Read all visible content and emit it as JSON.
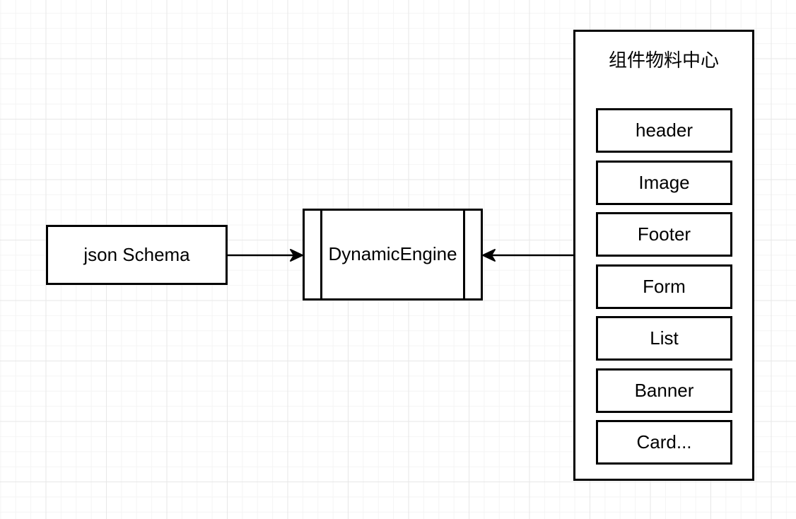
{
  "diagram": {
    "nodes": {
      "json_schema": {
        "label": "json Schema"
      },
      "dynamic_engine": {
        "label": "DynamicEngine"
      },
      "material_center": {
        "title": "组件物料中心",
        "items": [
          "header",
          "Image",
          "Footer",
          "Form",
          "List",
          "Banner",
          "Card..."
        ]
      }
    },
    "edges": [
      {
        "from": "json Schema",
        "to": "DynamicEngine"
      },
      {
        "from": "组件物料中心",
        "to": "DynamicEngine"
      }
    ],
    "colors": {
      "stroke": "#000000",
      "fill": "#ffffff",
      "grid_minor": "#f4f4f4",
      "grid_major": "#e7e7e7"
    }
  }
}
